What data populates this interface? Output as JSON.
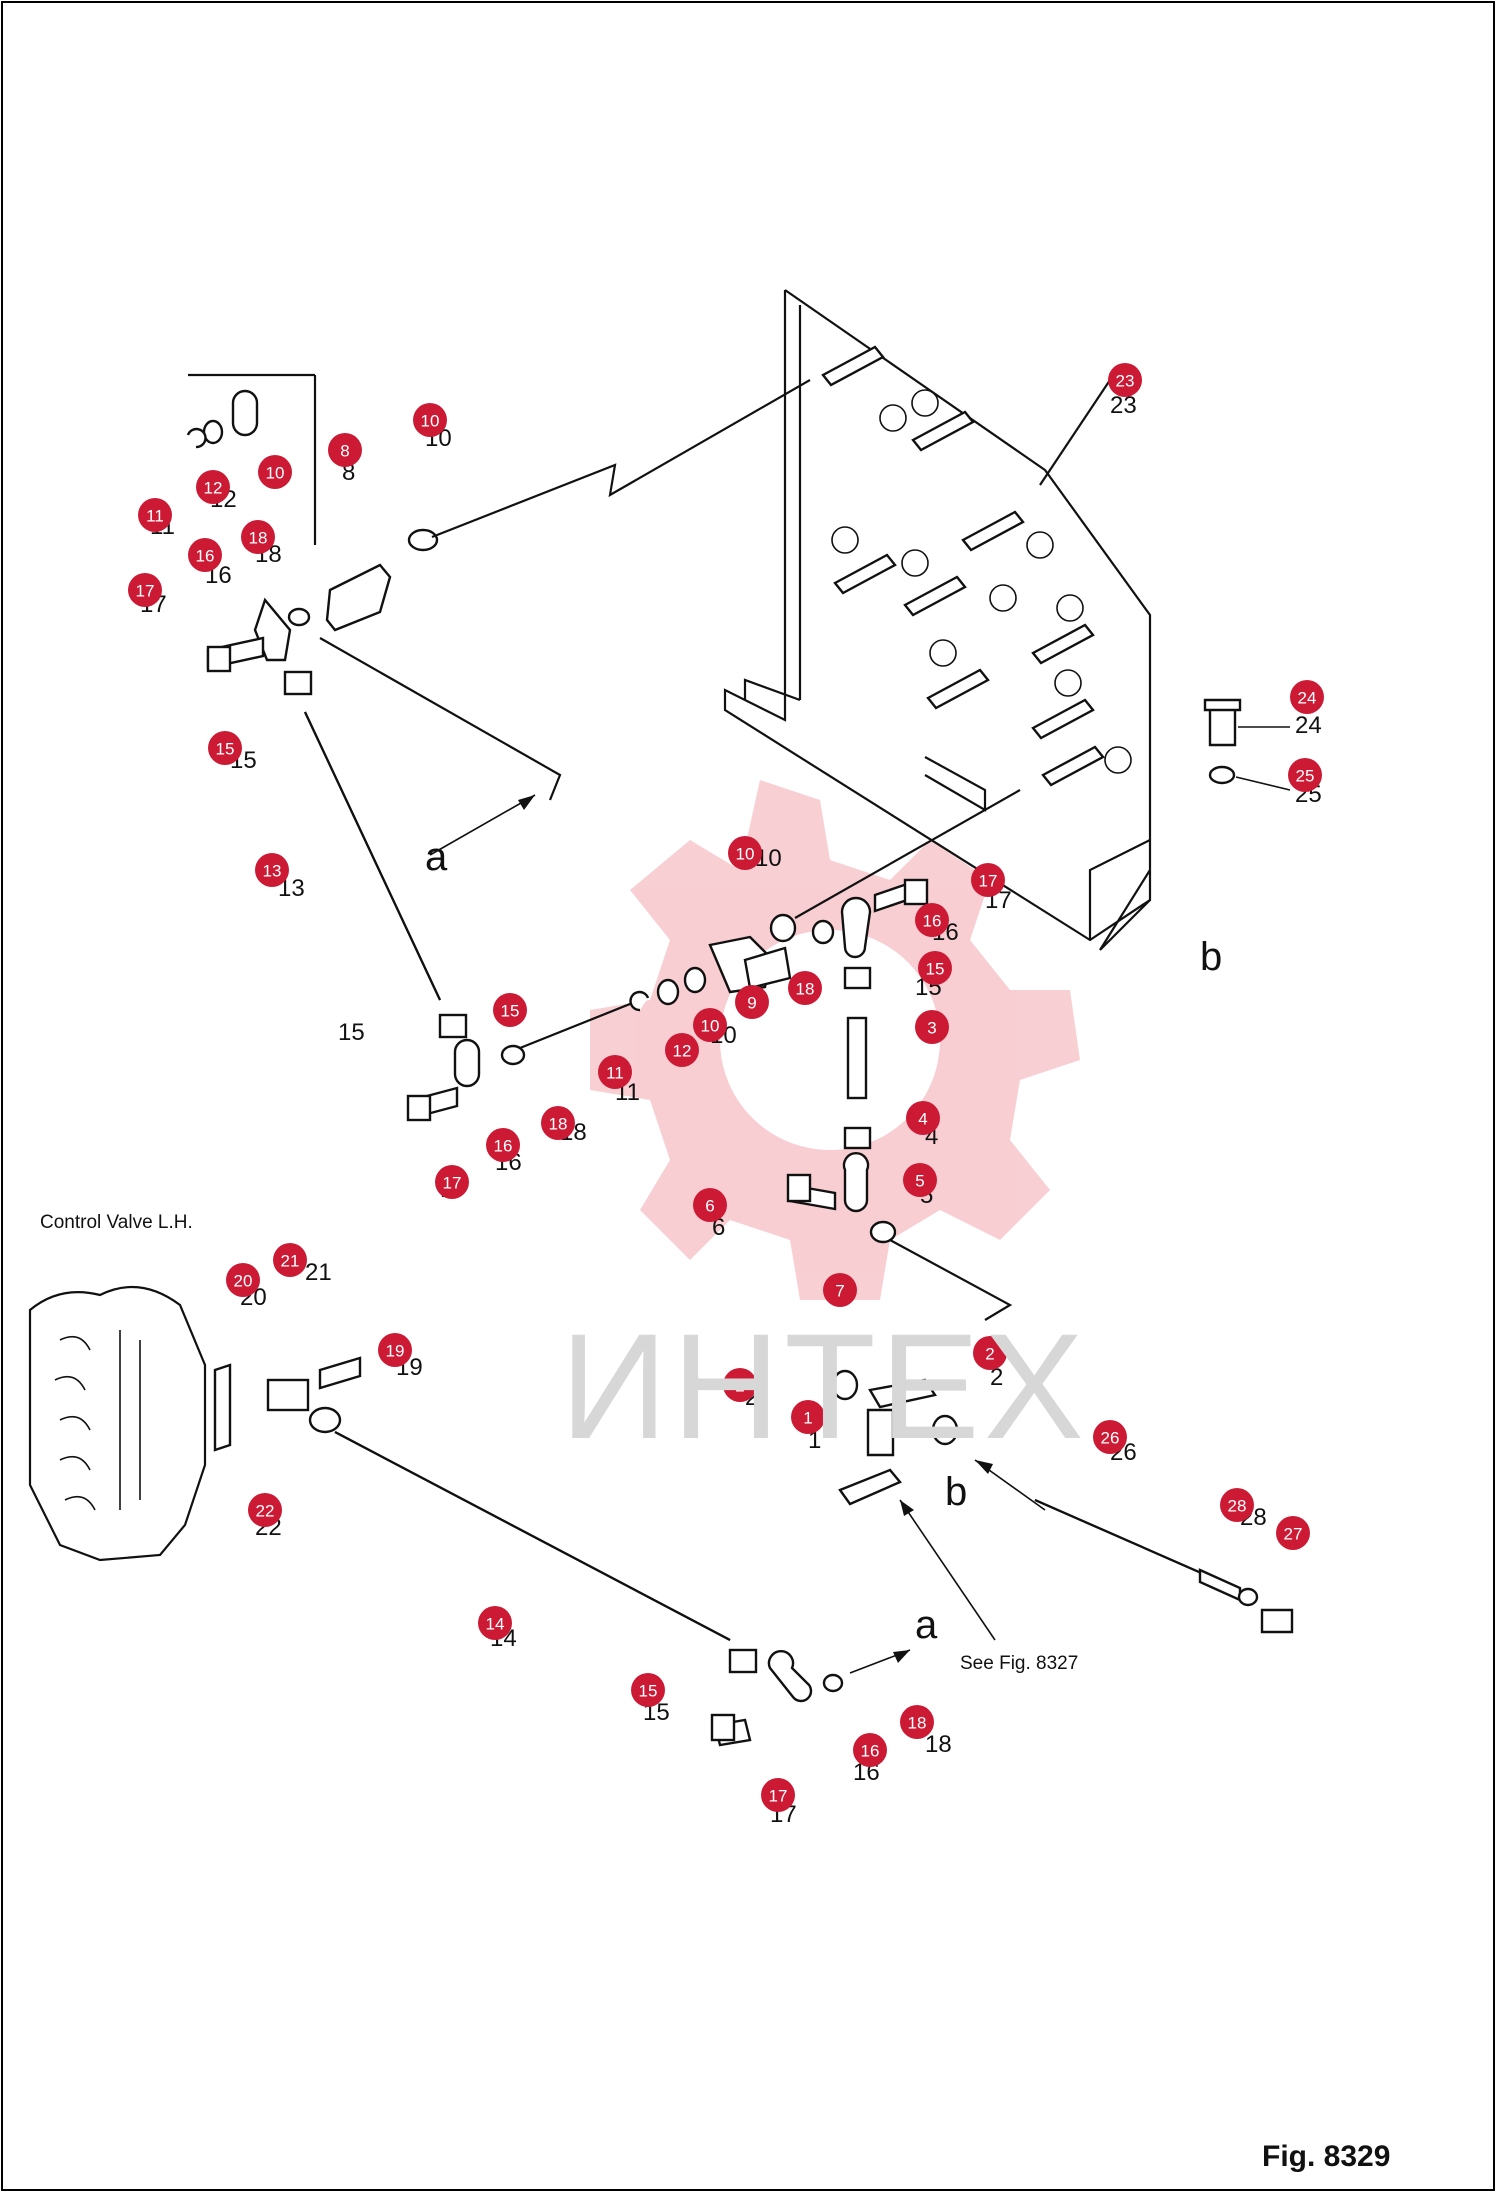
{
  "figure": {
    "label": "Fig. 8329",
    "control_valve_label": "Control Valve L.H.",
    "see_figure_label": "See Fig. 8327",
    "watermark_text": "ИНТЕХ",
    "view_letters": [
      "a",
      "b"
    ]
  },
  "colors": {
    "badge": "#cc1a35",
    "line": "#111111",
    "watermark": "#f2b3b8"
  },
  "callouts": [
    {
      "id": "c1",
      "number": "23"
    },
    {
      "id": "c2",
      "number": "10"
    },
    {
      "id": "c3",
      "number": "8"
    },
    {
      "id": "c4",
      "number": "10"
    },
    {
      "id": "c5",
      "number": "12"
    },
    {
      "id": "c6",
      "number": "11"
    },
    {
      "id": "c7",
      "number": "18"
    },
    {
      "id": "c8",
      "number": "16"
    },
    {
      "id": "c9",
      "number": "17"
    },
    {
      "id": "c10",
      "number": "15"
    },
    {
      "id": "c11",
      "number": "13"
    },
    {
      "id": "c12",
      "number": "24"
    },
    {
      "id": "c13",
      "number": "25"
    },
    {
      "id": "c14",
      "number": "10"
    },
    {
      "id": "c15",
      "number": "17"
    },
    {
      "id": "c16",
      "number": "16"
    },
    {
      "id": "c17",
      "number": "15"
    },
    {
      "id": "c18",
      "number": "9"
    },
    {
      "id": "c19",
      "number": "18"
    },
    {
      "id": "c20",
      "number": "10"
    },
    {
      "id": "c21",
      "number": "12"
    },
    {
      "id": "c22",
      "number": "11"
    },
    {
      "id": "c23",
      "number": "3"
    },
    {
      "id": "c24",
      "number": "15"
    },
    {
      "id": "c25",
      "number": "18"
    },
    {
      "id": "c26",
      "number": "16"
    },
    {
      "id": "c27",
      "number": "17"
    },
    {
      "id": "c28",
      "number": "4"
    },
    {
      "id": "c29",
      "number": "5"
    },
    {
      "id": "c30",
      "number": "6"
    },
    {
      "id": "c31",
      "number": "7"
    },
    {
      "id": "c32",
      "number": "20"
    },
    {
      "id": "c33",
      "number": "21"
    },
    {
      "id": "c34",
      "number": "19"
    },
    {
      "id": "c35",
      "number": "2"
    },
    {
      "id": "c36",
      "number": "2"
    },
    {
      "id": "c37",
      "number": "1"
    },
    {
      "id": "c38",
      "number": "26"
    },
    {
      "id": "c39",
      "number": "22"
    },
    {
      "id": "c40",
      "number": "28"
    },
    {
      "id": "c41",
      "number": "27"
    },
    {
      "id": "c42",
      "number": "14"
    },
    {
      "id": "c43",
      "number": "15"
    },
    {
      "id": "c44",
      "number": "18"
    },
    {
      "id": "c45",
      "number": "16"
    },
    {
      "id": "c46",
      "number": "17"
    }
  ],
  "printed_numbers": [
    {
      "id": "p1",
      "text": "23"
    },
    {
      "id": "p2",
      "text": "10"
    },
    {
      "id": "p3",
      "text": "8"
    },
    {
      "id": "p4",
      "text": "11"
    },
    {
      "id": "p5",
      "text": "12"
    },
    {
      "id": "p6",
      "text": "16"
    },
    {
      "id": "p7",
      "text": "18"
    },
    {
      "id": "p8",
      "text": "17"
    },
    {
      "id": "p9",
      "text": "15"
    },
    {
      "id": "p10",
      "text": "13"
    },
    {
      "id": "p11",
      "text": "24"
    },
    {
      "id": "p12",
      "text": "25"
    },
    {
      "id": "p13",
      "text": "10"
    },
    {
      "id": "p14",
      "text": "17"
    },
    {
      "id": "p15",
      "text": "16"
    },
    {
      "id": "p16",
      "text": "15"
    },
    {
      "id": "p17",
      "text": "15"
    },
    {
      "id": "p18",
      "text": "3"
    },
    {
      "id": "p19",
      "text": "4"
    },
    {
      "id": "p20",
      "text": "5"
    },
    {
      "id": "p21",
      "text": "6"
    },
    {
      "id": "p22",
      "text": "11"
    },
    {
      "id": "p23",
      "text": "10"
    },
    {
      "id": "p24",
      "text": "18"
    },
    {
      "id": "p25",
      "text": "16"
    },
    {
      "id": "p26",
      "text": "17"
    },
    {
      "id": "p27",
      "text": "21"
    },
    {
      "id": "p28",
      "text": "20"
    },
    {
      "id": "p29",
      "text": "19"
    },
    {
      "id": "p30",
      "text": "22"
    },
    {
      "id": "p31",
      "text": "2"
    },
    {
      "id": "p32",
      "text": "2"
    },
    {
      "id": "p33",
      "text": "1"
    },
    {
      "id": "p34",
      "text": "26"
    },
    {
      "id": "p35",
      "text": "28"
    },
    {
      "id": "p36",
      "text": "14"
    },
    {
      "id": "p37",
      "text": "15"
    },
    {
      "id": "p38",
      "text": "18"
    },
    {
      "id": "p39",
      "text": "16"
    },
    {
      "id": "p40",
      "text": "17"
    }
  ]
}
